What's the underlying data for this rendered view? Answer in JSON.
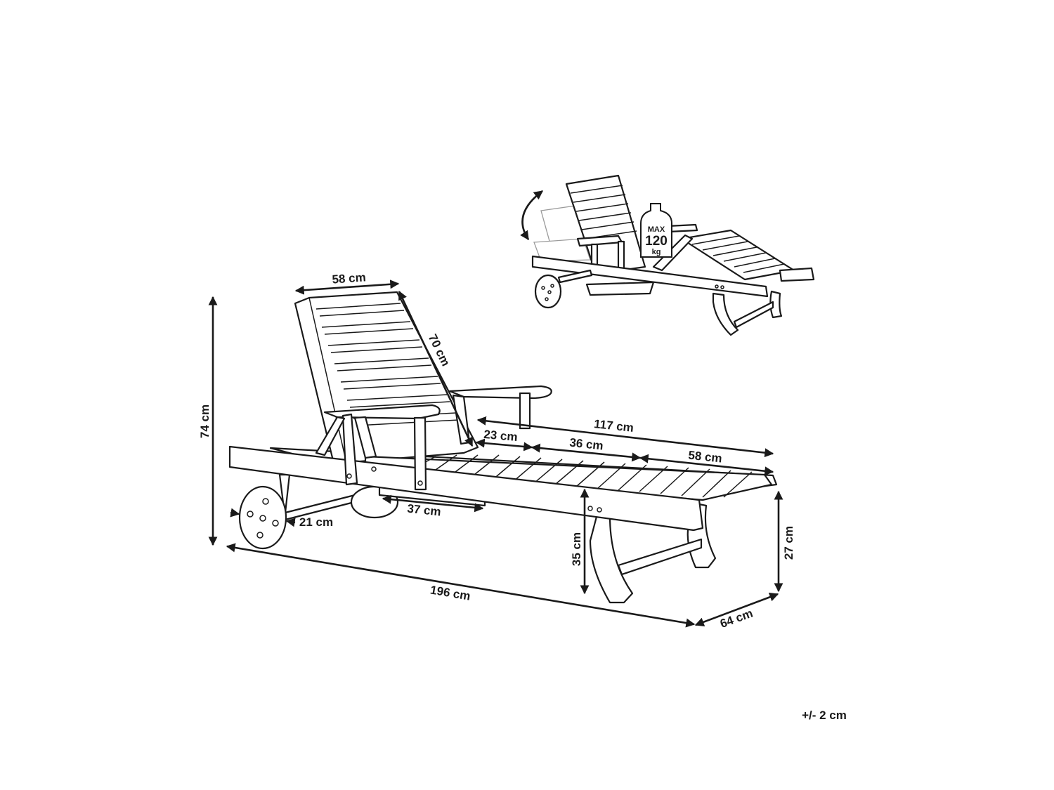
{
  "dimensions": {
    "backrest_width": "58 cm",
    "backrest_length": "70 cm",
    "total_height": "74 cm",
    "seat_length": "117 cm",
    "seg_a": "23 cm",
    "seg_b": "36 cm",
    "seg_c": "58 cm",
    "tray_width": "37 cm",
    "wheel_diameter": "21 cm",
    "seat_height": "35 cm",
    "foot_height": "27 cm",
    "total_length": "196 cm",
    "total_width": "64 cm"
  },
  "weight_badge": {
    "line1": "MAX",
    "line2": "120",
    "line3": "kg"
  },
  "tolerance": "+/- 2 cm"
}
